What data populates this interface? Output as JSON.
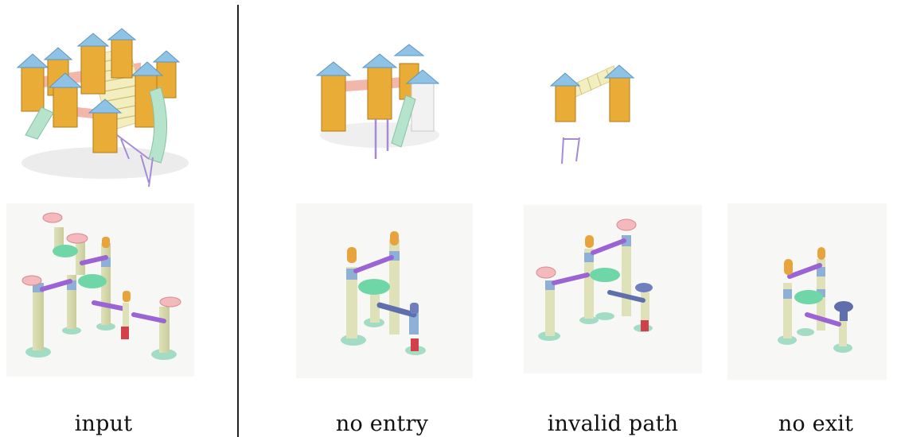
{
  "captions": {
    "input": "input",
    "no_entry": "no entry",
    "invalid_path": "invalid path",
    "no_exit": "no exit"
  },
  "colors": {
    "roof": "#8fc3e6",
    "tower": "#e9ad37",
    "bridge_pink": "#f2b6aa",
    "slide_green": "#b6e3cb",
    "ladder_cream": "#f3eec0",
    "swing_purple": "#a68ad6",
    "tube_purple": "#9b63d3",
    "tube_blue": "#5f6fae",
    "funnel_pink": "#f3b9bd",
    "base_green": "#8fd6b8",
    "cap_orange": "#e8a43c",
    "end_red": "#d3404a"
  },
  "panels": [
    {
      "id": "input",
      "top": "playground-full",
      "bottom": "marble-run-full"
    },
    {
      "id": "no-entry",
      "top": "playground-partial",
      "bottom": "marble-run-no-entry"
    },
    {
      "id": "invalid-path",
      "top": "playground-bridge",
      "bottom": "marble-run-invalid-path"
    },
    {
      "id": "no-exit",
      "top": "",
      "bottom": "marble-run-no-exit"
    }
  ]
}
